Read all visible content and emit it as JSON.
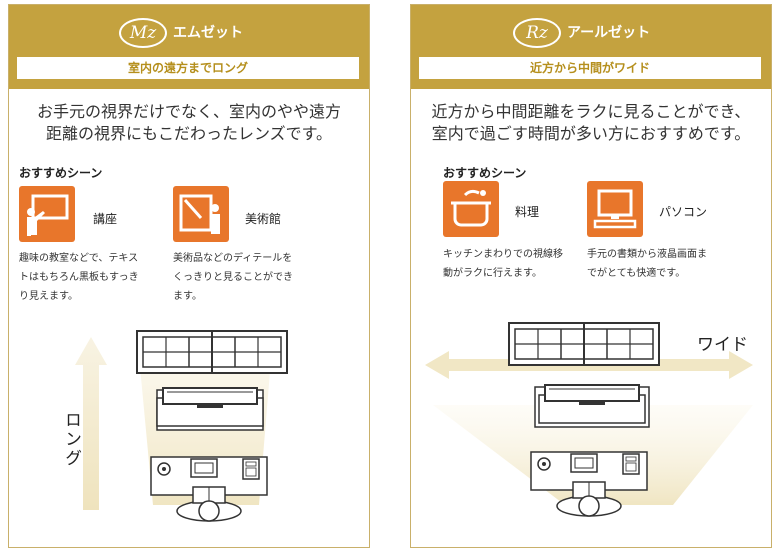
{
  "colors": {
    "gold": "#c4a23f",
    "accent_orange": "#e8762b",
    "text": "#333333",
    "beam": "#f6f0dc"
  },
  "panels": [
    {
      "logo": "Mz",
      "brand": "エムゼット",
      "tagline": "室内の遠方までロング",
      "description": [
        "お手元の視界だけでなく、室内のやや遠方",
        "距離の視界にもこだわったレンズです。"
      ],
      "recommend_title": "おすすめシーン",
      "scenes": [
        {
          "icon": "lecture-icon",
          "label": "講座",
          "text": [
            "趣味の教室などで、テキス",
            "トはもちろん黒板もすっき",
            "り見えます。"
          ]
        },
        {
          "icon": "museum-icon",
          "label": "美術館",
          "text": [
            "美術品などのディテールを",
            "くっきりと見ることができ",
            "ます。"
          ]
        }
      ],
      "direction_label": "ロング"
    },
    {
      "logo": "Rz",
      "brand": "アールゼット",
      "tagline": "近方から中間がワイド",
      "description": [
        "近方から中間距離をラクに見ることができ、",
        "室内で過ごす時間が多い方におすすめです。"
      ],
      "recommend_title": "おすすめシーン",
      "scenes": [
        {
          "icon": "cooking-pot-icon",
          "label": "料理",
          "text": [
            "キッチンまわりでの視線移",
            "動がラクに行えます。"
          ]
        },
        {
          "icon": "computer-icon",
          "label": "パソコン",
          "text": [
            "手元の書類から液晶画面ま",
            "でがとても快適です。"
          ]
        }
      ],
      "direction_label": "ワイド"
    }
  ]
}
